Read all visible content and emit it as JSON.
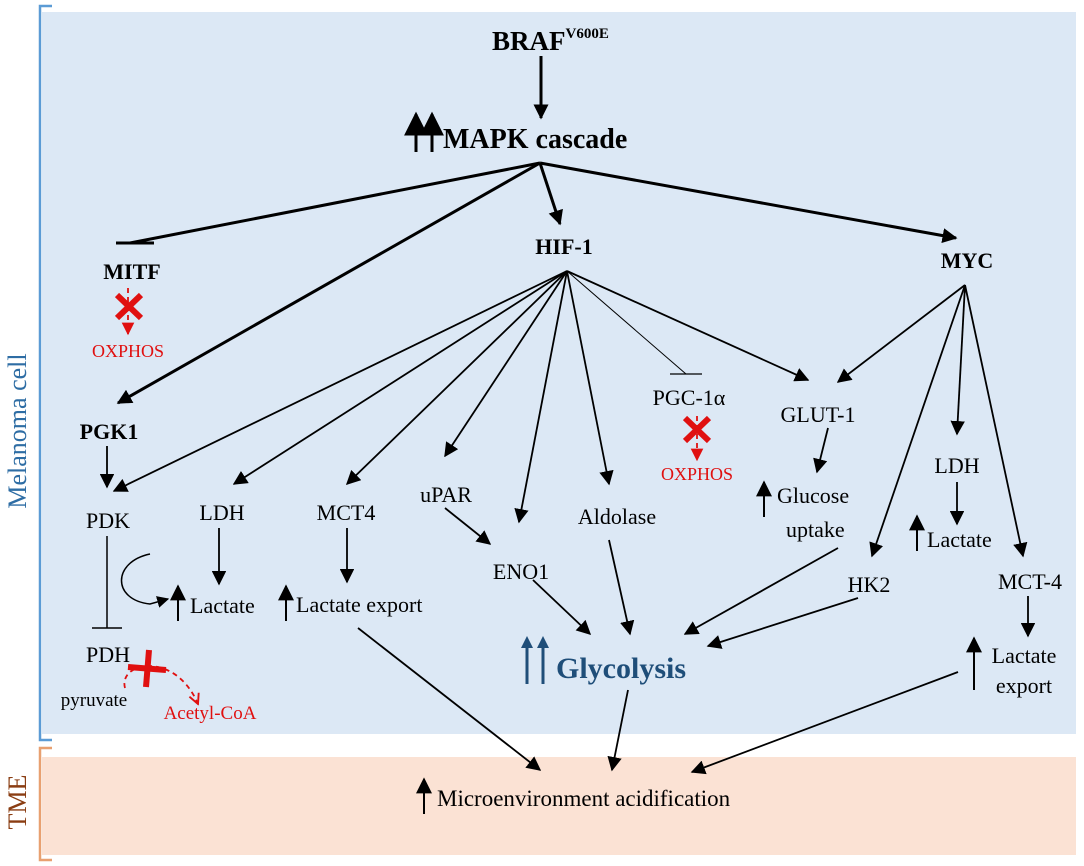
{
  "regions": {
    "cell_label": "Melanoma cell",
    "tme_label": "TME"
  },
  "colors": {
    "cell_bg": "#dce8f5",
    "tme_bg": "#fbe2d4",
    "cell_bracket": "#5b9bd5",
    "tme_bracket": "#e8a070",
    "cell_label_color": "#2e6da4",
    "tme_label_color": "#8a3d12",
    "inhibited": "#e01010",
    "glycolysis": "#1f4e79",
    "arrow": "#000000"
  },
  "nodes": {
    "braf_main": "BRAF",
    "braf_sup": "V600E",
    "mapk": "MAPK cascade",
    "mitf": "MITF",
    "oxphos_mitf": "OXPHOS",
    "hif1": "HIF-1",
    "myc": "MYC",
    "pgk1": "PGK1",
    "pdk": "PDK",
    "ldh_left": "LDH",
    "mct4_left": "MCT4",
    "upar": "uPAR",
    "aldolase": "Aldolase",
    "pgc1a": "PGC-1α",
    "oxphos_pgc": "OXPHOS",
    "glut1": "GLUT-1",
    "ldh_right": "LDH",
    "glucose_uptake_1": "Glucose",
    "glucose_uptake_2": "uptake",
    "lactate_right": "Lactate",
    "lactate_left": "Lactate",
    "lactate_export_left": "Lactate export",
    "eno1": "ENO1",
    "hk2": "HK2",
    "mct4_right": "MCT-4",
    "lactate_export_right_1": "Lactate",
    "lactate_export_right_2": "export",
    "glycolysis": "Glycolysis",
    "pdh": "PDH",
    "pyruvate": "pyruvate",
    "acetyl_coa": "Acetyl-CoA",
    "acidification": "Microenvironment acidification"
  }
}
